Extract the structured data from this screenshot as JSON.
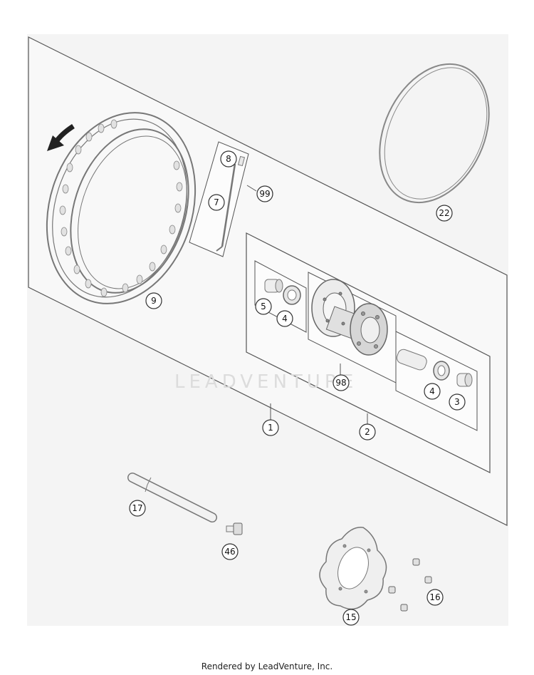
{
  "diagram": {
    "watermark": "LEADVENTURE",
    "footer": "Rendered by LeadVenture, Inc.",
    "callouts": [
      "9",
      "8",
      "7",
      "99",
      "22",
      "5",
      "4",
      "98",
      "4",
      "3",
      "1",
      "2",
      "17",
      "46",
      "15",
      "16"
    ]
  },
  "colors": {
    "background": "#ffffff",
    "sheet": "#f4f4f4",
    "line": "#555555",
    "arrow": "#222222"
  }
}
